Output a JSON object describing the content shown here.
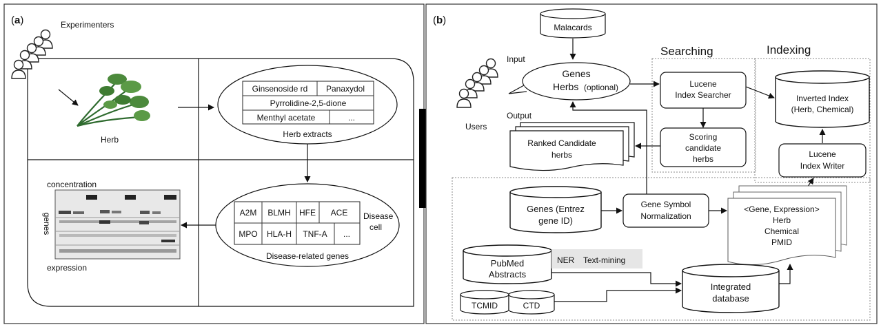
{
  "panel_a": {
    "label_prefix": "(",
    "label_letter": "a",
    "label_suffix": ")",
    "experimenters": "Experimenters",
    "herb": "Herb",
    "herb_extracts_caption": "Herb extracts",
    "herb_table": [
      "Ginsenoside rd",
      "Panaxydol",
      "Pyrrolidine-2,5-dione",
      "Menthyl acetate",
      "..."
    ],
    "disease_genes": [
      "A2M",
      "BLMH",
      "HFE",
      "ACE",
      "MPO",
      "HLA-H",
      "TNF-A",
      "..."
    ],
    "disease_cell_line1": "Disease",
    "disease_cell_line2": "cell",
    "disease_genes_caption": "Disease-related genes",
    "concentration": "concentration",
    "genes_axis": "genes",
    "expression": "expression"
  },
  "panel_b": {
    "label_prefix": "(",
    "label_letter": "b",
    "label_suffix": ")",
    "malacards": "Malacards",
    "input": "Input",
    "output": "Output",
    "users": "Users",
    "genes": "Genes",
    "herbs": "Herbs",
    "herbs_optional": "(optional)",
    "searching": "Searching",
    "indexing": "Indexing",
    "lucene_searcher_line1": "Lucene",
    "lucene_searcher_line2": "Index Searcher",
    "scoring_line1": "Scoring",
    "scoring_line2": "candidate",
    "scoring_line3": "herbs",
    "ranked_line1": "Ranked Candidate",
    "ranked_line2": "herbs",
    "inverted_line1": "Inverted Index",
    "inverted_line2": "(Herb, Chemical)",
    "lucene_writer_line1": "Lucene",
    "lucene_writer_line2": "Index Writer",
    "genes_entrez_line1": "Genes (Entrez",
    "genes_entrez_line2": "gene ID)",
    "gene_symbol_line1": "Gene Symbol",
    "gene_symbol_line2": "Normalization",
    "doc_line1": "<Gene, Expression>",
    "doc_line2": "Herb",
    "doc_line3": "Chemical",
    "doc_line4": "PMID",
    "pubmed_line1": "PubMed",
    "pubmed_line2": "Abstracts",
    "ner": "NER",
    "text_mining": "Text-mining",
    "tcmid": "TCMID",
    "ctd": "CTD",
    "integrated_line1": "Integrated",
    "integrated_line2": "database"
  }
}
